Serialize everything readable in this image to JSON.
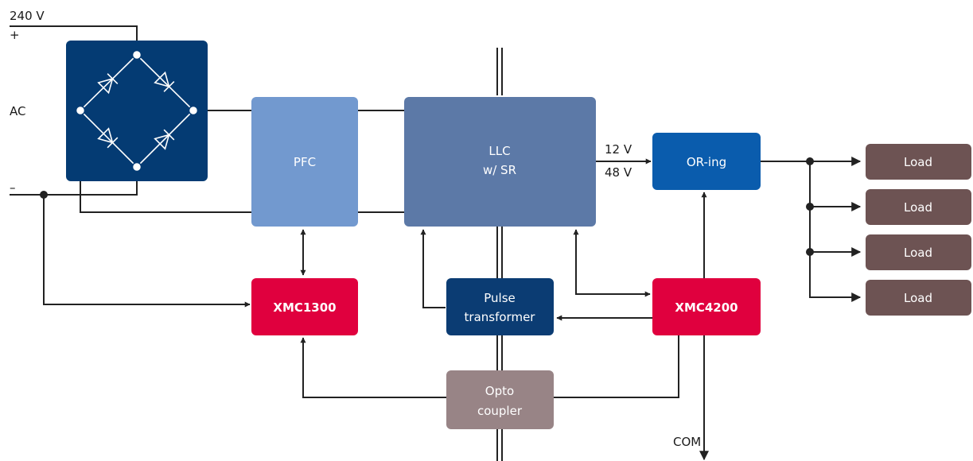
{
  "colors": {
    "bridge": "#043b73",
    "pfc": "#7299cf",
    "llc": "#5c79a7",
    "oring": "#0a5cad",
    "xmc": "#e0003e",
    "pulse": "#0b3c73",
    "opto": "#988486",
    "load": "#6d5353",
    "wire": "#222222"
  },
  "labels": {
    "voltage_in": "240 V",
    "plus": "+",
    "ac": "AC",
    "minus": "–",
    "v12": "12 V",
    "v48": "48 V",
    "com": "COM"
  },
  "blocks": {
    "pfc": "PFC",
    "llc_line1": "LLC",
    "llc_line2": "w/ SR",
    "oring": "OR-ing",
    "xmc1300": "XMC1300",
    "xmc4200": "XMC4200",
    "pulse_line1": "Pulse",
    "pulse_line2": "transformer",
    "opto_line1": "Opto",
    "opto_line2": "coupler"
  },
  "loads": [
    "Load",
    "Load",
    "Load",
    "Load"
  ],
  "icons": {
    "rectifier": "diode-bridge-icon",
    "isolation": "isolation-barrier-icon"
  }
}
